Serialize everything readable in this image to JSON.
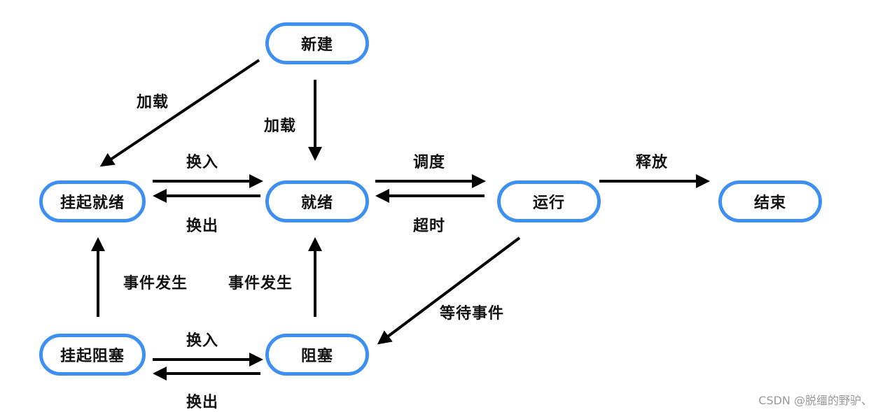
{
  "nodes": {
    "new": "新建",
    "suspend_ready": "挂起就绪",
    "ready": "就绪",
    "running": "运行",
    "end": "结束",
    "suspend_blocked": "挂起阻塞",
    "blocked": "阻塞"
  },
  "edges": {
    "load_left": "加载",
    "load_down": "加载",
    "swap_in_top": "换入",
    "swap_out_top": "换出",
    "dispatch": "调度",
    "timeout": "超时",
    "release": "释放",
    "event_left": "事件发生",
    "event_right": "事件发生",
    "wait_event": "等待事件",
    "swap_in_bottom": "换入",
    "swap_out_bottom": "换出"
  },
  "watermark": "CSDN @脱缰的野驴、",
  "colors": {
    "node_border": "#3d8ff2",
    "arrow": "#000000"
  }
}
